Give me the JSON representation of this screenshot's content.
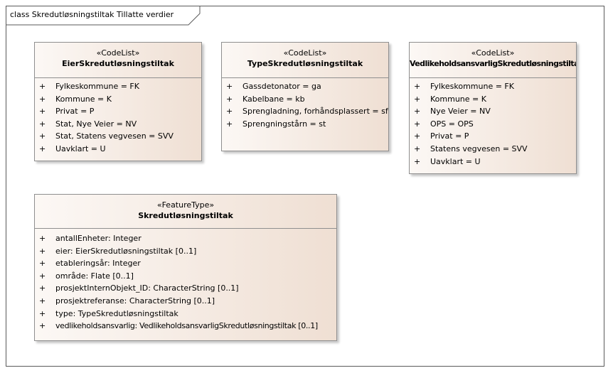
{
  "diagram": {
    "title": "class Skredutløsningstiltak Tillatte verdier"
  },
  "classes": {
    "eier": {
      "stereotype": "«CodeList»",
      "name": "EierSkredutløsningstiltak",
      "attributes": [
        {
          "vis": "+",
          "text": "Fylkeskommune = FK"
        },
        {
          "vis": "+",
          "text": "Kommune = K"
        },
        {
          "vis": "+",
          "text": "Privat = P"
        },
        {
          "vis": "+",
          "text": "Stat, Nye Veier = NV"
        },
        {
          "vis": "+",
          "text": "Stat, Statens vegvesen = SVV"
        },
        {
          "vis": "+",
          "text": "Uavklart = U"
        }
      ]
    },
    "type": {
      "stereotype": "«CodeList»",
      "name": "TypeSkredutløsningstiltak",
      "attributes": [
        {
          "vis": "+",
          "text": "Gassdetonator = ga"
        },
        {
          "vis": "+",
          "text": "Kabelbane = kb"
        },
        {
          "vis": "+",
          "text": "Sprengladning, forhåndsplassert = sf"
        },
        {
          "vis": "+",
          "text": "Sprengningstårn = st"
        }
      ]
    },
    "vedlikehold": {
      "stereotype": "«CodeList»",
      "name": "VedlikeholdsansvarligSkredutløsningstiltak",
      "attributes": [
        {
          "vis": "+",
          "text": "Fylkeskommune = FK"
        },
        {
          "vis": "+",
          "text": "Kommune = K"
        },
        {
          "vis": "+",
          "text": "Nye Veier = NV"
        },
        {
          "vis": "+",
          "text": "OPS = OPS"
        },
        {
          "vis": "+",
          "text": "Privat = P"
        },
        {
          "vis": "+",
          "text": "Statens vegvesen = SVV"
        },
        {
          "vis": "+",
          "text": "Uavklart = U"
        }
      ]
    },
    "feature": {
      "stereotype": "«FeatureType»",
      "name": "Skredutløsningstiltak",
      "attributes": [
        {
          "vis": "+",
          "text": "antallEnheter: Integer"
        },
        {
          "vis": "+",
          "text": "eier: EierSkredutløsningstiltak [0..1]"
        },
        {
          "vis": "+",
          "text": "etableringsår: Integer"
        },
        {
          "vis": "+",
          "text": "område: Flate [0..1]"
        },
        {
          "vis": "+",
          "text": "prosjektInternObjekt_ID: CharacterString [0..1]"
        },
        {
          "vis": "+",
          "text": "prosjektreferanse: CharacterString [0..1]"
        },
        {
          "vis": "+",
          "text": "type: TypeSkredutløsningstiltak"
        },
        {
          "vis": "+",
          "text": "vedlikeholdsansvarlig: VedlikeholdsansvarligSkredutløsningstiltak [0..1]"
        }
      ]
    }
  }
}
